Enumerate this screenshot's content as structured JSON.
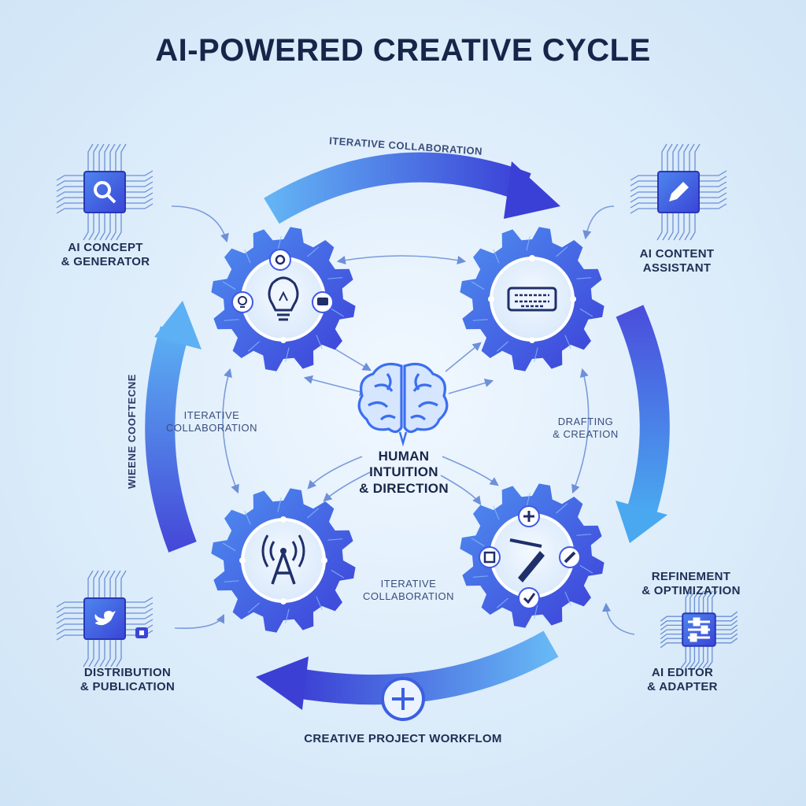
{
  "title": "AI-POWERED CREATIVE CYCLE",
  "arrow_labels": {
    "top": "ITERATIVE COLLABORATION",
    "left_vertical": "WIEENE COOFTECNE",
    "bottom": "CREATIVE PROJECT WORKFLOM"
  },
  "tools": {
    "concept": {
      "line1": "AI CONCEPT",
      "line2": "& GENERATOR",
      "icon": "magnifier-icon"
    },
    "content": {
      "line1": "AI CONTENT",
      "line2": "ASSISTANT",
      "icon": "pencil-icon"
    },
    "editor": {
      "line1": "AI EDITOR",
      "line2": "& ADAPTER",
      "icon": "sliders-icon"
    },
    "distribution": {
      "line1": "DISTRIBUTION",
      "line2": "& PUBLICATION",
      "icon": "bird-icon"
    }
  },
  "stages": {
    "refinement": {
      "line1": "REFINEMENT",
      "line2": "& OPTIMIZATION"
    },
    "drafting": {
      "line1": "DRAFTING",
      "line2": "& CREATION"
    },
    "collab_left": {
      "line1": "ITERATIVE",
      "line2": "COLLABORATION"
    },
    "collab_bottom": {
      "line1": "ITERATIVE",
      "line2": "COLLABORATION"
    }
  },
  "center": {
    "line1": "HUMAN",
    "line2": "INTUITION",
    "line3": "& DIRECTION",
    "icon": "brain-icon"
  },
  "gears": [
    {
      "name": "ideation",
      "icons": [
        "lightbulb-icon",
        "gear-icon",
        "lightbulb-small-icon",
        "chat-icon"
      ]
    },
    {
      "name": "drafting",
      "icons": [
        "keyboard-icon"
      ]
    },
    {
      "name": "broadcast",
      "icons": [
        "antenna-icon"
      ]
    },
    {
      "name": "refine",
      "icons": [
        "tools-icon",
        "plus-icon",
        "check-icon",
        "image-icon",
        "pen-icon"
      ]
    }
  ],
  "colors": {
    "title": "#16264a",
    "accent_dark": "#3a43d8",
    "accent_light": "#5aa9f2",
    "gear": "#3d5be8"
  }
}
